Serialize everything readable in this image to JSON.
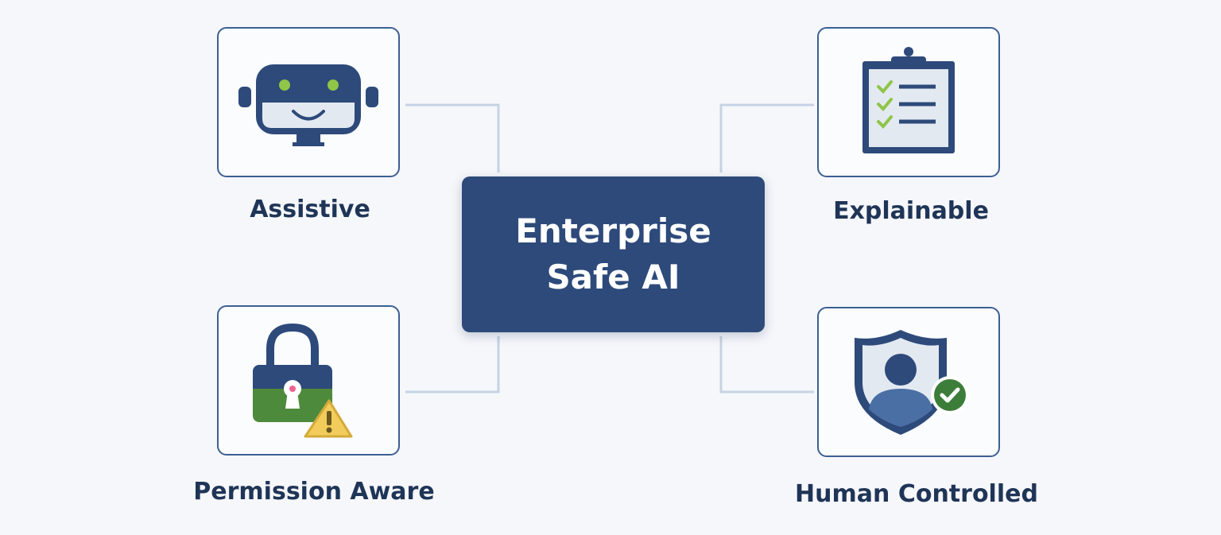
{
  "center": {
    "line1": "Enterprise",
    "line2": "Safe AI"
  },
  "pillars": [
    {
      "label": "Assistive",
      "icon": "robot-icon"
    },
    {
      "label": "Explainable",
      "icon": "clipboard-checklist-icon"
    },
    {
      "label": "Permission Aware",
      "icon": "lock-warning-icon"
    },
    {
      "label": "Human Controlled",
      "icon": "shield-user-check-icon"
    }
  ],
  "colors": {
    "primary": "#2d4a7a",
    "connector": "#c5d3e3",
    "green": "#8fc548",
    "warning": "#f2cd5c"
  }
}
